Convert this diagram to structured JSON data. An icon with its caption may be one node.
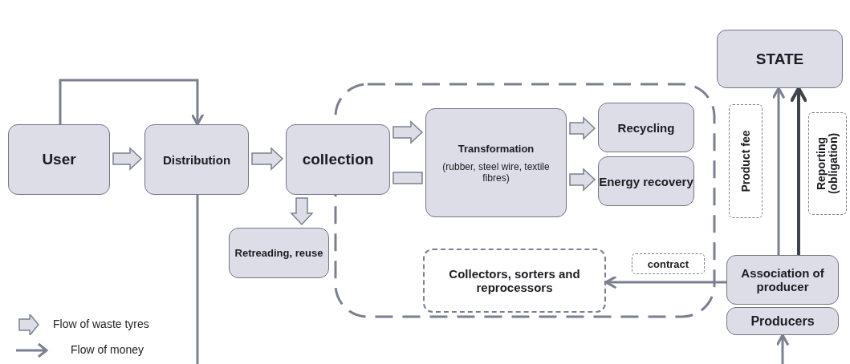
{
  "diagram": {
    "nodes": [
      {
        "text": [
          "User"
        ]
      },
      {
        "text": [
          "Distribution"
        ]
      },
      {
        "text": [
          "collection"
        ]
      },
      {
        "text": [
          "Transformation",
          "(rubber, steel wire, textile fibres)"
        ]
      },
      {
        "text": [
          "Recycling"
        ]
      },
      {
        "text": [
          "Energy recovery"
        ]
      },
      {
        "text": [
          "Retreading, reuse"
        ]
      },
      {
        "text": [
          "Collectors, sorters and reprocessors"
        ]
      },
      {
        "text": [
          "STATE"
        ]
      },
      {
        "text": [
          "Association of producer"
        ]
      },
      {
        "text": [
          "Producers"
        ]
      }
    ],
    "edges": [
      {
        "from": 0,
        "to": 1,
        "arrow": "to",
        "style": "thick"
      },
      {
        "from": 1,
        "to": 2,
        "arrow": "to",
        "style": "thick"
      },
      {
        "from": 2,
        "to": 3,
        "arrow": "to",
        "style": "thick"
      },
      {
        "from": 2,
        "to": 3,
        "arrow": "none",
        "style": "thick"
      },
      {
        "from": 2,
        "to": 6,
        "arrow": "to",
        "style": "thick"
      },
      {
        "from": 3,
        "to": 4,
        "arrow": "to",
        "style": "thick"
      },
      {
        "from": 3,
        "to": 5,
        "arrow": "to",
        "style": "thick"
      },
      {
        "from": 0,
        "to": 1,
        "arrow": "to"
      },
      {
        "from": 1,
        "to": null,
        "arrow": "none"
      },
      {
        "from": 9,
        "to": 7,
        "arrow": "to",
        "label": "contract"
      },
      {
        "from": 9,
        "to": 8,
        "arrow": "to",
        "label": "Product fee"
      },
      {
        "from": 9,
        "to": 8,
        "arrow": "to",
        "label": "Reporting (obligation)",
        "color": "#3f434c"
      },
      {
        "from": null,
        "to": 10,
        "arrow": "to"
      }
    ],
    "legend": [
      {
        "text": "Flow of waste tyres"
      },
      {
        "text": "Flow of money"
      }
    ]
  }
}
